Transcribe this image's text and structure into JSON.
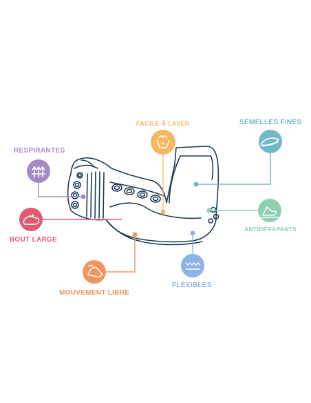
{
  "features": {
    "facile_a_laver": {
      "label": "FACILE À LAVER",
      "color": "#f4b860",
      "icon": "washing-hands-icon"
    },
    "semelles_fines": {
      "label": "SEMELLES FINES",
      "color": "#72b9c8",
      "icon": "thin-sole-icon"
    },
    "respirantes": {
      "label": "RESPIRANTES",
      "color": "#a58bc6",
      "icon": "breathable-icon"
    },
    "bout_large": {
      "label": "BOUT LARGE",
      "color": "#e05a73",
      "icon": "wide-toe-icon"
    },
    "antiderapants": {
      "label": "ANTIDÉRAPANTS",
      "color": "#8ccfb2",
      "icon": "non-slip-icon"
    },
    "flexibles": {
      "label": "FLEXIBLES",
      "color": "#8eb3e6",
      "icon": "flexible-icon"
    },
    "mouvement_libre": {
      "label": "MOUVEMENT LIBRE",
      "color": "#f0955f",
      "icon": "free-movement-icon"
    }
  },
  "colors": {
    "shoe_outline": "#1f3c57",
    "background": "#ffffff"
  }
}
